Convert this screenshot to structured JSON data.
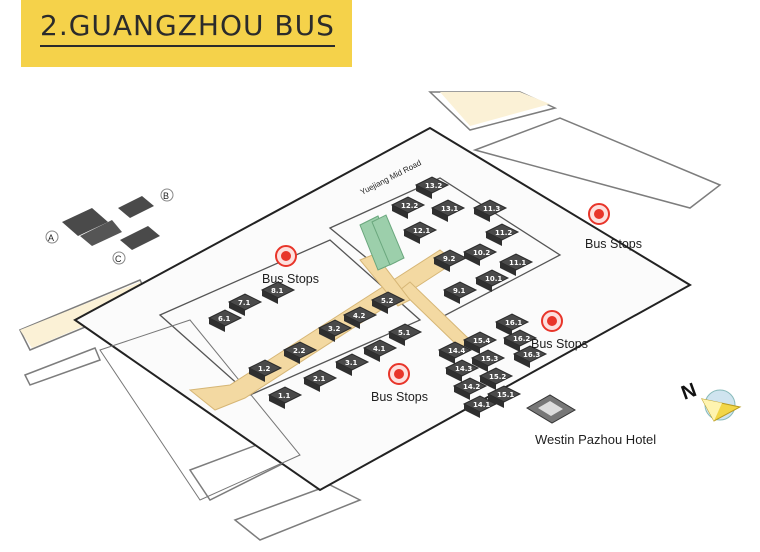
{
  "header": {
    "title": "2.GUANGZHOU BUS"
  },
  "map": {
    "bus_stop_label": "Bus Stops",
    "hotel_label": "Westin Pazhou Hotel",
    "road_label": "Yuejiang Mid Road",
    "compass_label": "N",
    "legend_letters": [
      "A",
      "B",
      "C"
    ],
    "halls": [
      "1.1",
      "1.2",
      "2.1",
      "2.2",
      "3.1",
      "3.2",
      "4.1",
      "4.2",
      "5.1",
      "5.2",
      "6.1",
      "7.1",
      "8.1",
      "9.1",
      "9.2",
      "10.1",
      "10.2",
      "11.1",
      "11.2",
      "11.3",
      "12.1",
      "12.2",
      "13.1",
      "13.2",
      "14.1",
      "14.2",
      "14.3",
      "14.4",
      "15.1",
      "15.2",
      "15.3",
      "15.4",
      "16.1",
      "16.2",
      "16.3"
    ],
    "colors": {
      "badge": "#f5d24a",
      "hall": "#4a4a4a",
      "walkway": "#f3d9a2",
      "bus_stop": "#e8352a",
      "compass": "#f2d648"
    }
  }
}
